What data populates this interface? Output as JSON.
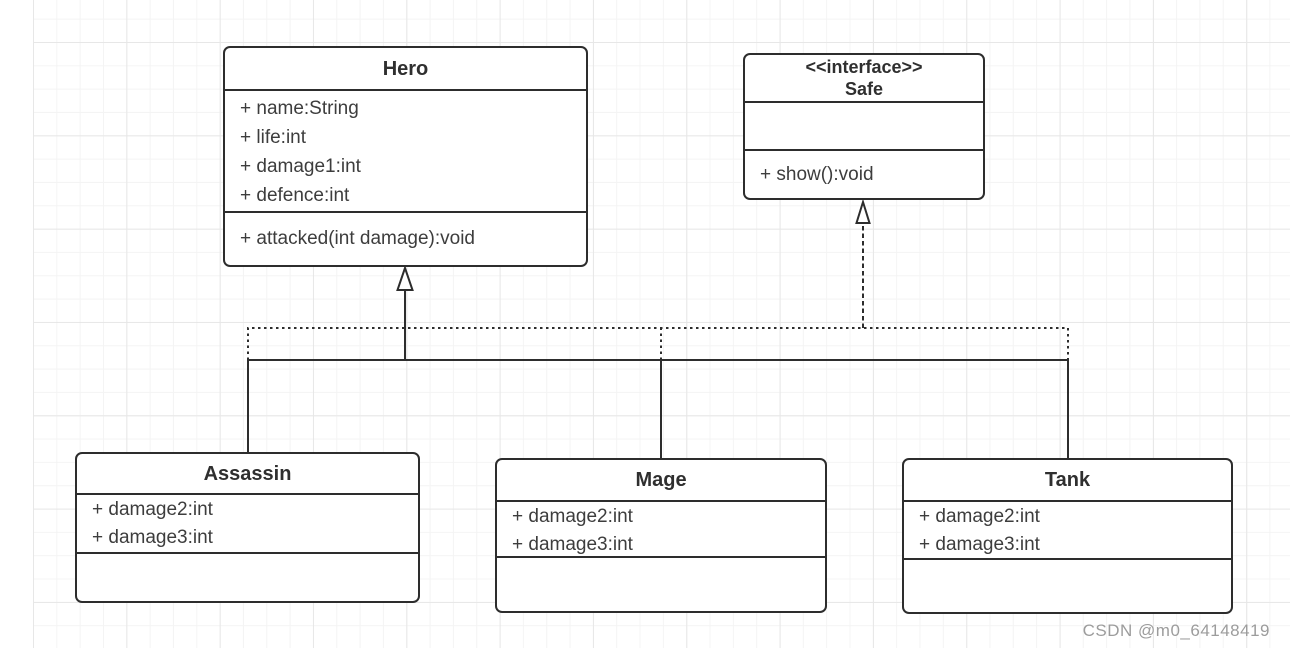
{
  "diagram": {
    "type": "uml-class-diagram",
    "classes": [
      {
        "name": "Hero",
        "attributes": [
          "+ name:String",
          "+ life:int",
          "+ damage1:int",
          "+ defence:int"
        ],
        "methods": [
          "+ attacked(int damage):void"
        ]
      },
      {
        "stereotype": "<<interface>>",
        "name": "Safe",
        "attributes": [],
        "methods": [
          "+ show():void"
        ]
      },
      {
        "name": "Assassin",
        "attributes": [
          "+ damage2:int",
          "+ damage3:int"
        ],
        "methods": []
      },
      {
        "name": "Mage",
        "attributes": [
          "+ damage2:int",
          "+ damage3:int"
        ],
        "methods": []
      },
      {
        "name": "Tank",
        "attributes": [
          "+ damage2:int",
          "+ damage3:int"
        ],
        "methods": []
      }
    ],
    "relationships": [
      {
        "from": "Assassin",
        "to": "Hero",
        "type": "generalization",
        "line": "solid",
        "arrowhead": "hollow-triangle"
      },
      {
        "from": "Mage",
        "to": "Hero",
        "type": "generalization",
        "line": "solid",
        "arrowhead": "hollow-triangle"
      },
      {
        "from": "Tank",
        "to": "Hero",
        "type": "generalization",
        "line": "solid",
        "arrowhead": "hollow-triangle"
      },
      {
        "from": "Assassin",
        "to": "Safe",
        "type": "realization",
        "line": "dotted",
        "arrowhead": "hollow-triangle"
      },
      {
        "from": "Mage",
        "to": "Safe",
        "type": "realization",
        "line": "dotted",
        "arrowhead": "hollow-triangle"
      },
      {
        "from": "Tank",
        "to": "Safe",
        "type": "realization",
        "line": "dotted",
        "arrowhead": "hollow-triangle"
      }
    ],
    "colors": {
      "stroke": "#2d2d2d",
      "text": "#3d3d3d",
      "background": "#ffffff",
      "grid_minor": "#f4f4f4",
      "grid_major": "#e7e7e7",
      "watermark": "#9c9c9c"
    },
    "watermark": "CSDN @m0_64148419"
  }
}
